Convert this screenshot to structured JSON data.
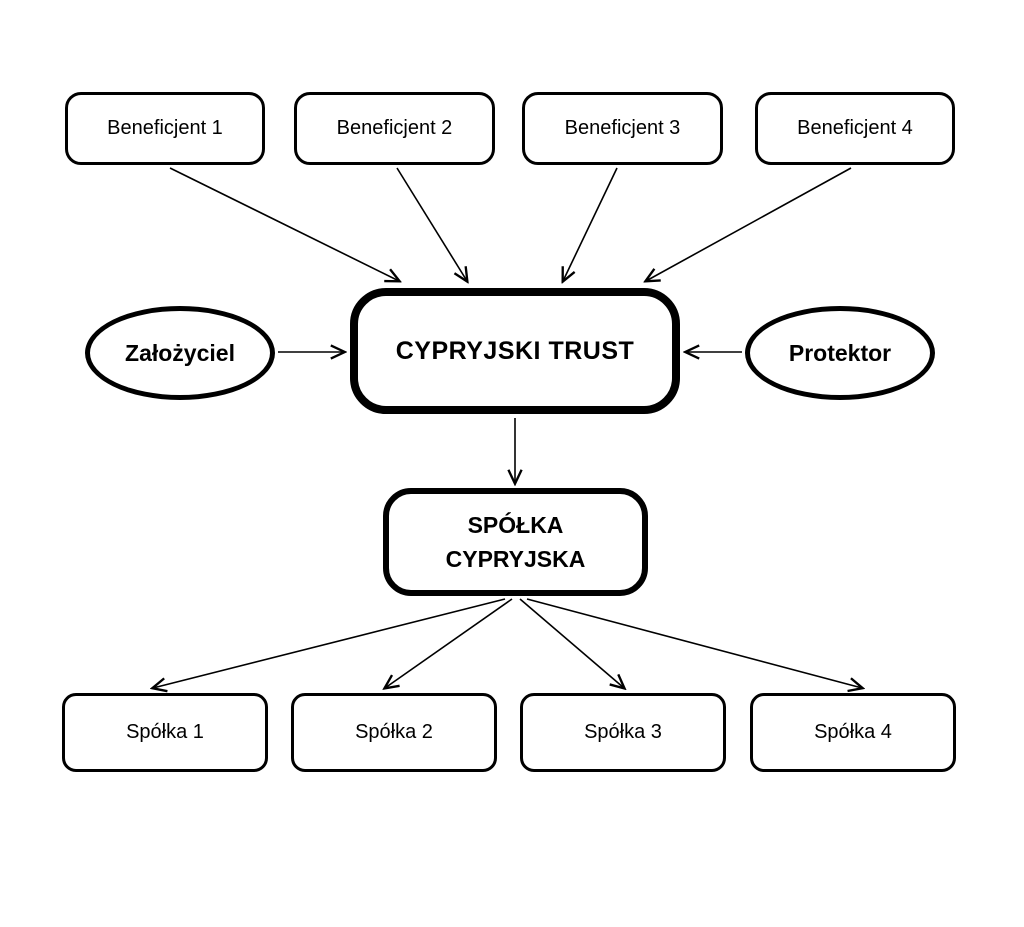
{
  "diagram": {
    "colors": {
      "background": "#ffffff",
      "stroke": "#000000",
      "text": "#000000"
    },
    "trust": {
      "label": "CYPRYJSKI TRUST"
    },
    "company": {
      "label": "SPÓŁKA CYPRYJSKA"
    },
    "founder": {
      "label": "Założyciel"
    },
    "protector": {
      "label": "Protektor"
    },
    "beneficiaries": [
      {
        "label": "Beneficjent 1"
      },
      {
        "label": "Beneficjent 2"
      },
      {
        "label": "Beneficjent 3"
      },
      {
        "label": "Beneficjent 4"
      }
    ],
    "subsidiaries": [
      {
        "label": "Spółka 1"
      },
      {
        "label": "Spółka 2"
      },
      {
        "label": "Spółka 3"
      },
      {
        "label": "Spółka 4"
      }
    ],
    "edges": [
      {
        "from": "Beneficjent 1",
        "to": "CYPRYJSKI TRUST"
      },
      {
        "from": "Beneficjent 2",
        "to": "CYPRYJSKI TRUST"
      },
      {
        "from": "Beneficjent 3",
        "to": "CYPRYJSKI TRUST"
      },
      {
        "from": "Beneficjent 4",
        "to": "CYPRYJSKI TRUST"
      },
      {
        "from": "Założyciel",
        "to": "CYPRYJSKI TRUST"
      },
      {
        "from": "Protektor",
        "to": "CYPRYJSKI TRUST"
      },
      {
        "from": "CYPRYJSKI TRUST",
        "to": "SPÓŁKA CYPRYJSKA"
      },
      {
        "from": "SPÓŁKA CYPRYJSKA",
        "to": "Spółka 1"
      },
      {
        "from": "SPÓŁKA CYPRYJSKA",
        "to": "Spółka 2"
      },
      {
        "from": "SPÓŁKA CYPRYJSKA",
        "to": "Spółka 3"
      },
      {
        "from": "SPÓŁKA CYPRYJSKA",
        "to": "Spółka 4"
      }
    ]
  }
}
